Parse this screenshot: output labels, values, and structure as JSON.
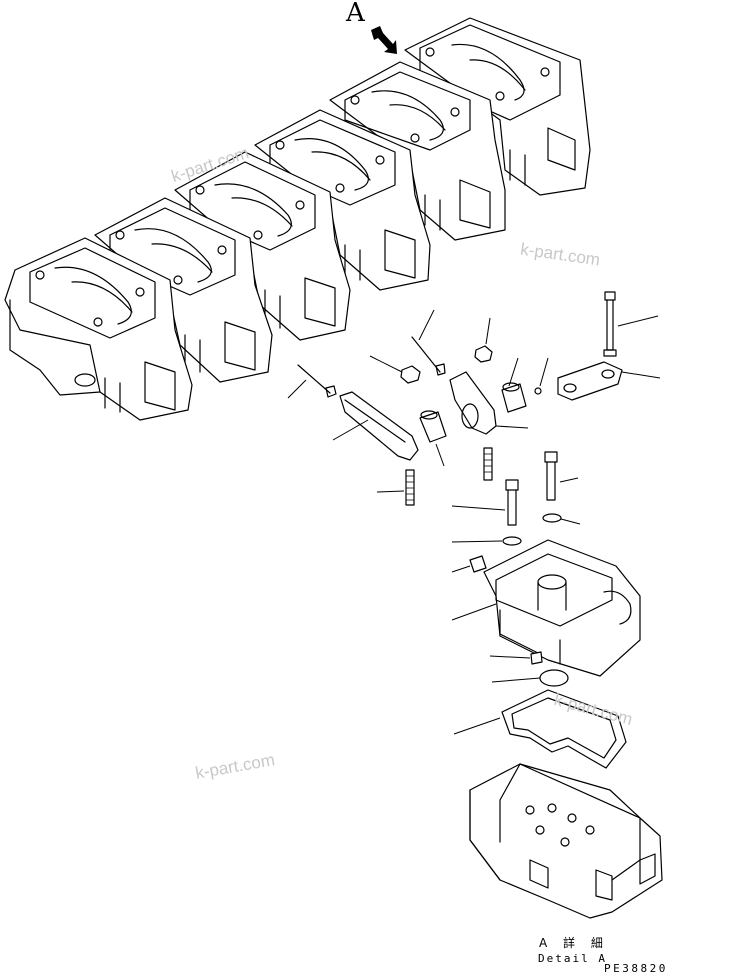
{
  "view_marker": "A",
  "detail_caption_jp": "A 詳 細",
  "detail_caption_en": "Detail A",
  "drawing_number": "PE38820",
  "watermarks": [
    "k-part.com",
    "k-part.com",
    "k-part.com",
    "k-part.com"
  ],
  "colors": {
    "line": "#000000",
    "background": "#ffffff",
    "watermark": "#c8c8c8"
  }
}
